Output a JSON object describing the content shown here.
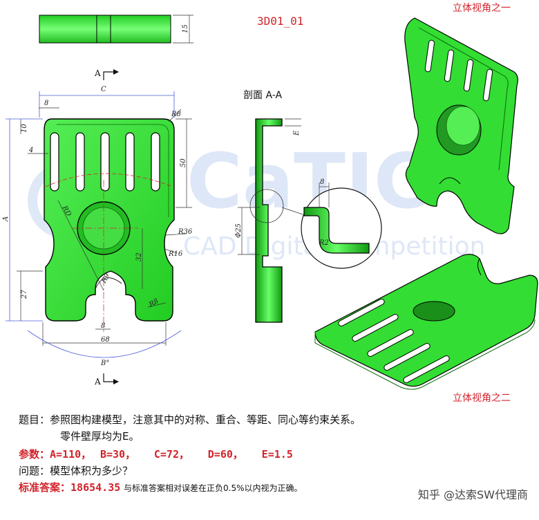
{
  "drawing_id": "3D01_01",
  "view_label_1": "立体视角之一",
  "view_label_2": "立体视角之二",
  "section_title": "剖面 A-A",
  "section_mark": "A",
  "watermark_main": "CaTIC",
  "watermark_sub": "CAD Digital Competition",
  "dims": {
    "top_thickness": "15",
    "c": "C",
    "w8": "8",
    "r8_top": "R8",
    "h10": "10",
    "w4": "4",
    "h50": "50",
    "a": "A",
    "rd": "RD",
    "r36": "R36",
    "r16": "R16",
    "h32": "32",
    "r9": "R9",
    "h27": "27",
    "r8_bottom": "R8",
    "w8_bottom": "8",
    "w68": "68",
    "b": "B°",
    "e": "E",
    "d25": "Φ25",
    "s8": "8",
    "r2": "R2"
  },
  "question": {
    "label": "题目：",
    "line1": "参照图构建模型，注意其中的对称、重合、等距、同心等约束关系。",
    "line2": "零件壁厚均为E。",
    "params_label": "参数：",
    "params": [
      "A=110，",
      "B=30，",
      "C=72，",
      "D=60，",
      "E=1.5"
    ],
    "ask_label": "问题：",
    "ask": "模型体积为多少？",
    "answer_label": "标准答案：",
    "answer": "18654.35",
    "note": "与标准答案相对误差在正负0.5%以内视为正确。",
    "credit": "知乎 @达索SW代理商"
  },
  "colors": {
    "green": "#33dd33",
    "green_dark": "#119911",
    "red": "#d2232a",
    "blue": "#4a5bd8"
  }
}
